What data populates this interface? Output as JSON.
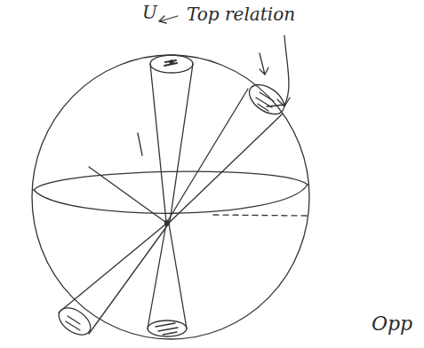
{
  "diagram": {
    "labels": [
      "U",
      "Top relation",
      "Opp"
    ]
  }
}
